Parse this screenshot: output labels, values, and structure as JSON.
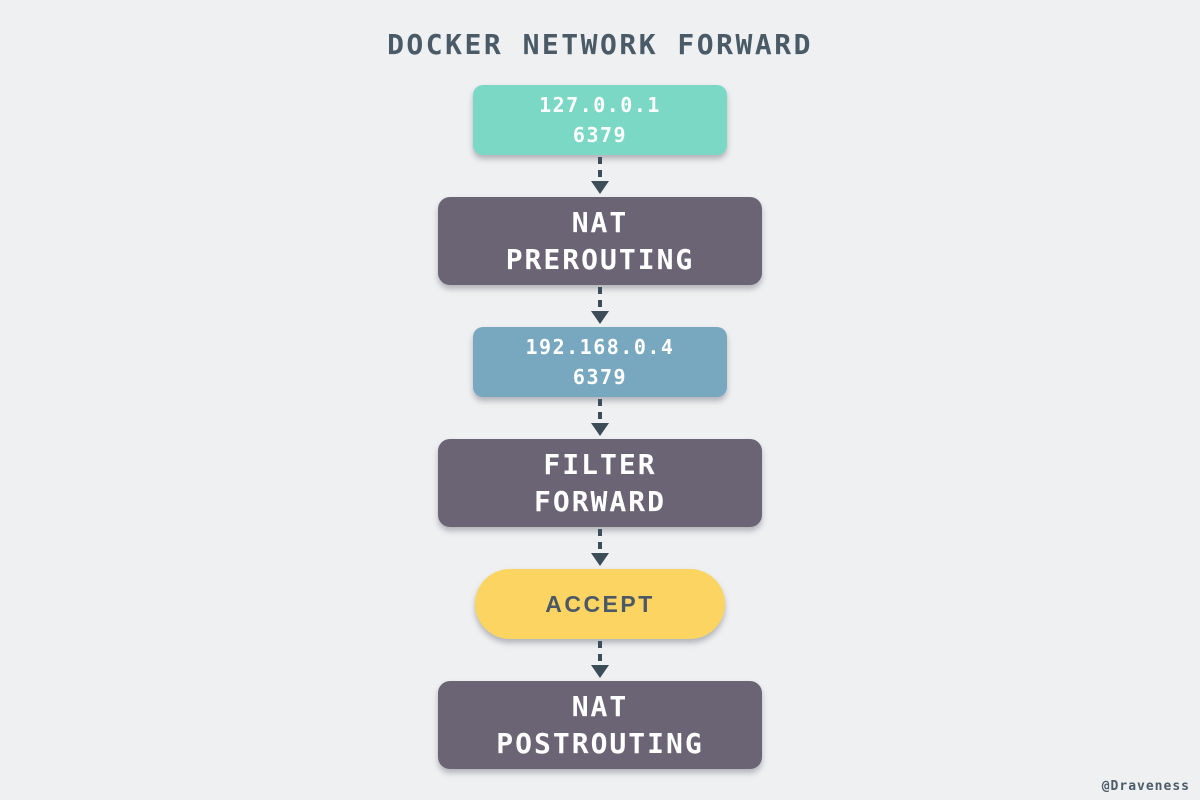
{
  "title": "DOCKER NETWORK FORWARD",
  "credit": "@Draveness",
  "colors": {
    "background": "#eef0f1",
    "title_text": "#4a5a66",
    "arrow": "#3d4d58",
    "endpoint_source": "#7ad8c5",
    "endpoint_container": "#78a8c0",
    "chain_box": "#6a6474",
    "accept_pill": "#fcd462",
    "accept_text": "#4d5866",
    "box_text": "#ffffff"
  },
  "nodes": [
    {
      "id": "source-endpoint",
      "type": "endpoint",
      "lines": [
        "127.0.0.1",
        "6379"
      ]
    },
    {
      "id": "nat-prerouting",
      "type": "chain",
      "lines": [
        "NAT",
        "PREROUTING"
      ]
    },
    {
      "id": "container-endpoint",
      "type": "endpoint",
      "lines": [
        "192.168.0.4",
        "6379"
      ]
    },
    {
      "id": "filter-forward",
      "type": "chain",
      "lines": [
        "FILTER",
        "FORWARD"
      ]
    },
    {
      "id": "accept-action",
      "type": "action",
      "lines": [
        "ACCEPT"
      ]
    },
    {
      "id": "nat-postrouting",
      "type": "chain",
      "lines": [
        "NAT",
        "POSTROUTING"
      ]
    }
  ]
}
